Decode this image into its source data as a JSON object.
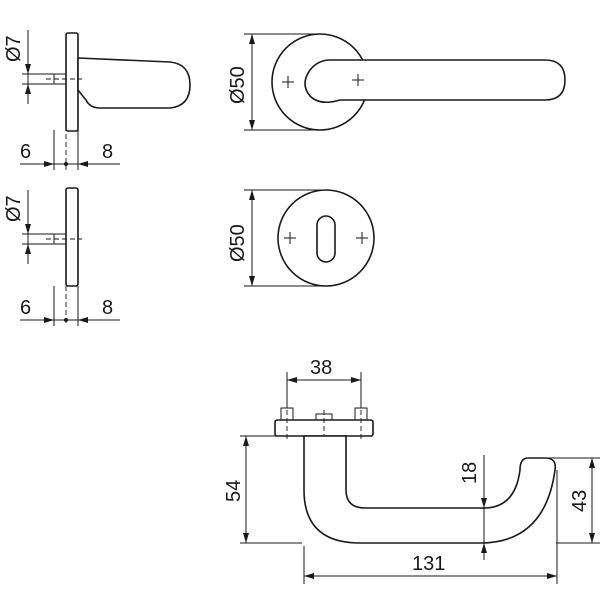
{
  "dimensions": {
    "rose_pin_diameter_top": "Ø7",
    "rose_offset_left_top": "6",
    "rose_offset_right_top": "8",
    "rose_pin_diameter_bottom": "Ø7",
    "rose_offset_left_bottom": "6",
    "rose_offset_right_bottom": "8",
    "handle_rose_diameter": "Ø50",
    "keyhole_rose_diameter": "Ø50",
    "rose_fixing_spacing": "38",
    "handle_height_total": "54",
    "handle_grip_diameter": "18",
    "handle_projection": "43",
    "handle_length": "131"
  },
  "colors": {
    "line": "#1a1a1a",
    "background": "#ffffff"
  }
}
